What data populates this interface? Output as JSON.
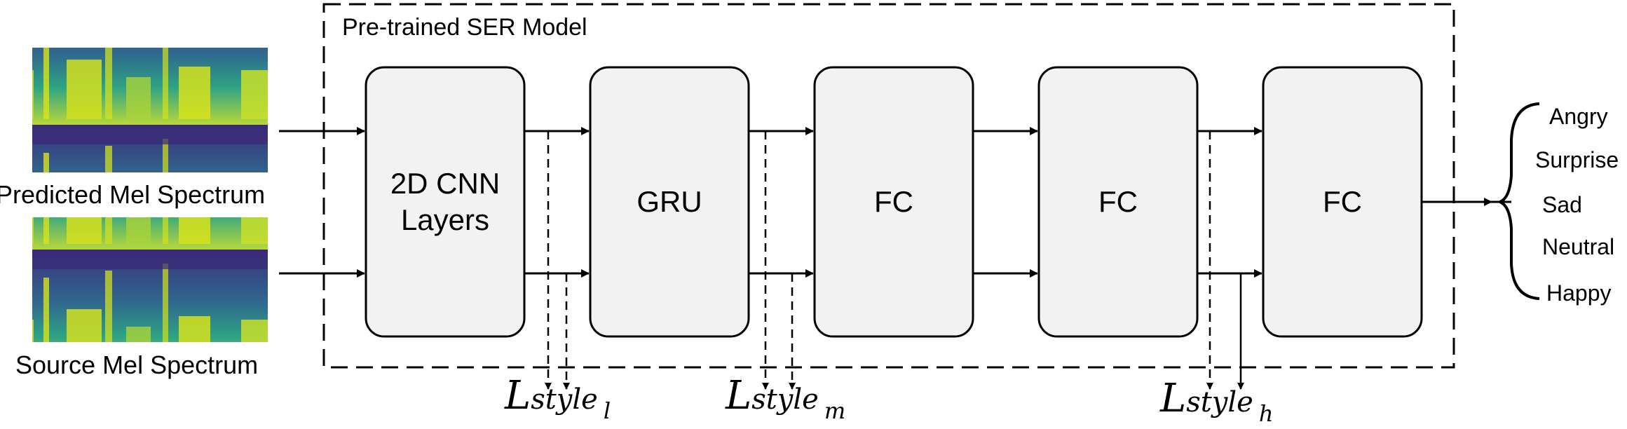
{
  "model_title": "Pre-trained SER Model",
  "inputs": {
    "predicted_label": "Predicted Mel Spectrum",
    "source_label": "Source Mel Spectrum"
  },
  "blocks": [
    {
      "line1": "2D CNN",
      "line2": "Layers"
    },
    {
      "line1": "GRU",
      "line2": ""
    },
    {
      "line1": "FC",
      "line2": ""
    },
    {
      "line1": "FC",
      "line2": ""
    },
    {
      "line1": "FC",
      "line2": ""
    }
  ],
  "outputs": [
    "Angry",
    "Surprise",
    "Sad",
    "Neutral",
    "Happy"
  ],
  "losses": [
    {
      "L": "L",
      "sub": "style",
      "level": "l"
    },
    {
      "L": "L",
      "sub": "style",
      "level": "m"
    },
    {
      "L": "L",
      "sub": "style",
      "level": "h"
    }
  ],
  "colors": {
    "box_fill": "#f2f2f2",
    "stroke": "#000000",
    "spectrogram_low": "#3b2a7a",
    "spectrogram_mid": "#2a9a86",
    "spectrogram_high": "#d8e21a"
  }
}
